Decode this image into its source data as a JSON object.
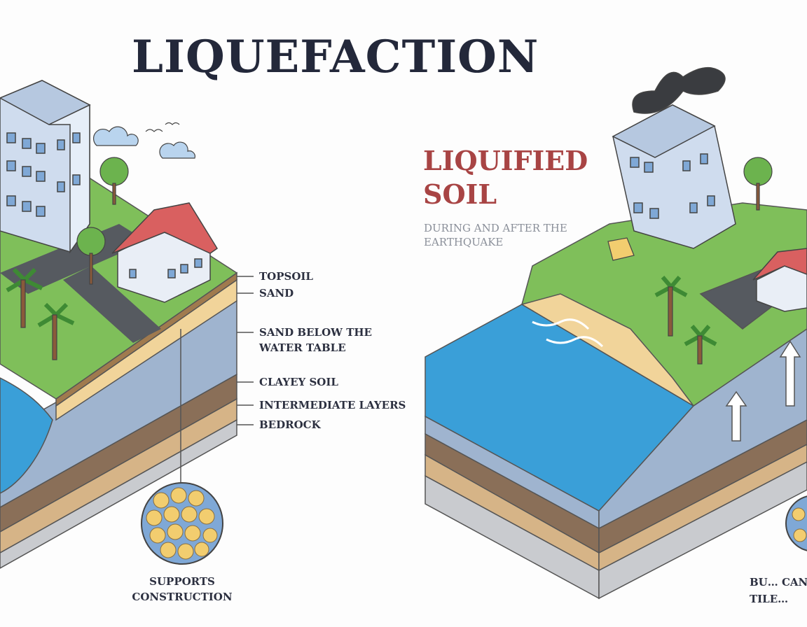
{
  "title": "LIQUEFACTION",
  "liquified": {
    "heading": "LIQUIFIED SOIL",
    "caption": "DURING AND AFTER THE EARTHQUAKE"
  },
  "layers": [
    {
      "label": "TOPSOIL",
      "color": "#a07a4e"
    },
    {
      "label": "SAND",
      "color": "#f1d49a"
    },
    {
      "label": "SAND BELOW THE WATER TABLE",
      "color": "#9fb4cf"
    },
    {
      "label": "CLAYEY SOIL",
      "color": "#8a6f58"
    },
    {
      "label": "INTERMEDIATE LAYERS",
      "color": "#d6b487"
    },
    {
      "label": "BEDROCK",
      "color": "#c9cbcf"
    }
  ],
  "left_caption": "SUPPORTS CONSTRUCTION",
  "right_caption_partial": "BU… CAN TILE…",
  "colors": {
    "water": "#3a9fd8",
    "grass": "#7fbf5a",
    "title": "#23283a",
    "accent": "#a84444"
  }
}
